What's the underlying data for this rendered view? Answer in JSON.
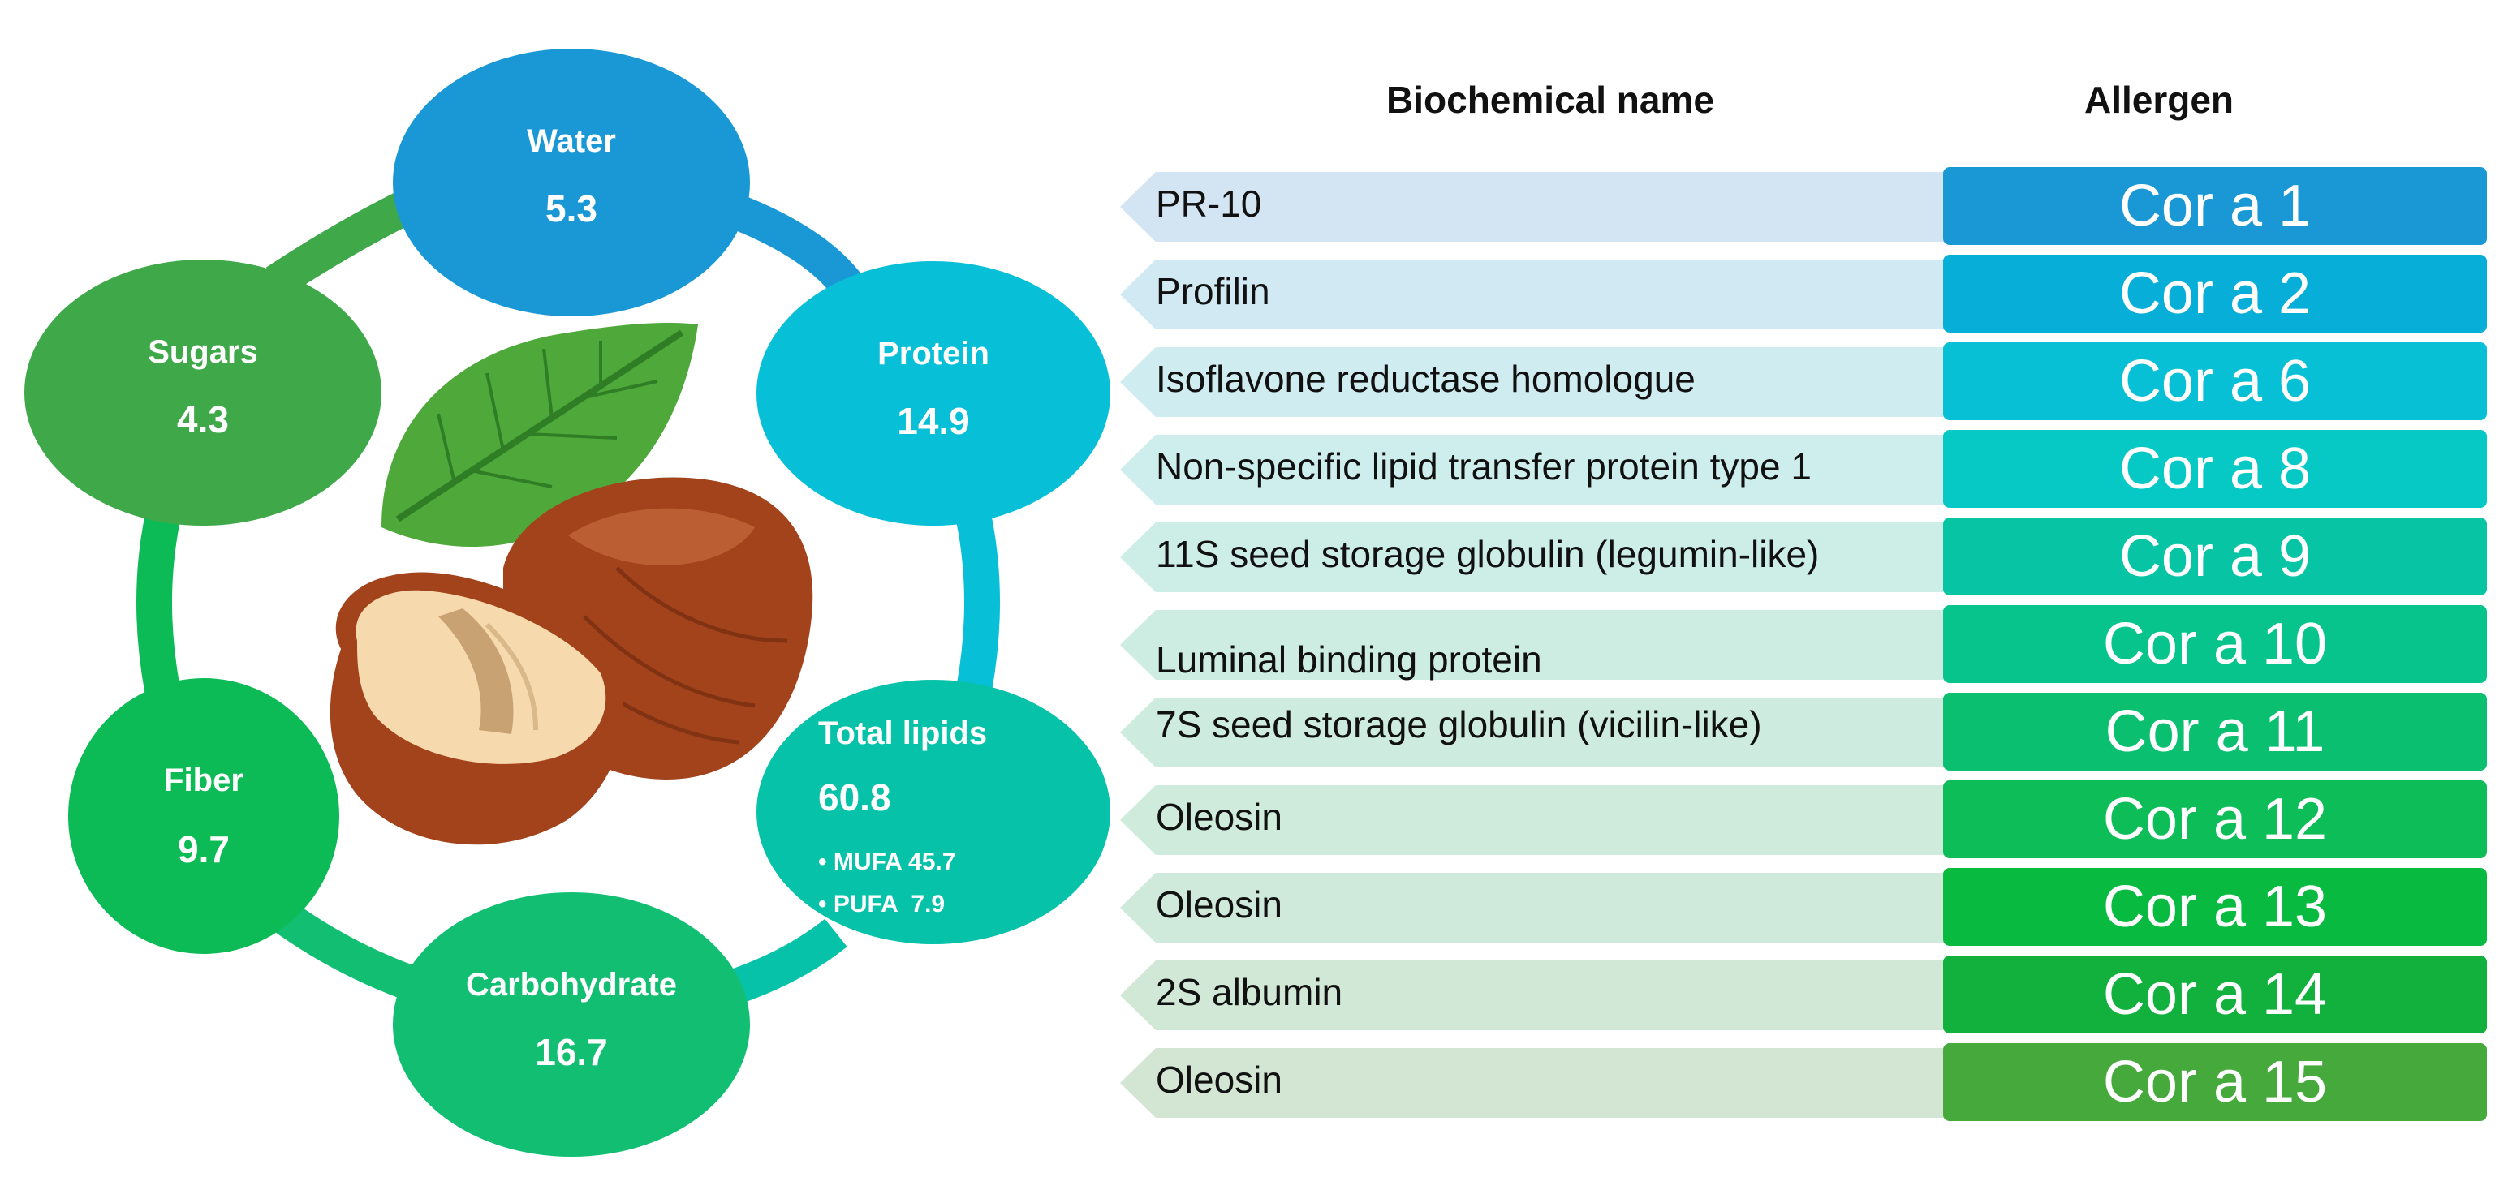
{
  "nutrients": {
    "water": {
      "label": "Water",
      "value": "5.3",
      "color": "#1a98d6"
    },
    "protein": {
      "label": "Protein",
      "value": "14.9",
      "color": "#07bfd6"
    },
    "lipids": {
      "label": "Total lipids",
      "value": "60.8",
      "color": "#06c2a8",
      "sub": [
        "• MUFA 45.7",
        "• PUFA  7.9"
      ]
    },
    "carbohydrate": {
      "label": "Carbohydrate",
      "value": "16.7",
      "color": "#12bf72"
    },
    "fiber": {
      "label": "Fiber",
      "value": "9.7",
      "color": "#0cbb55"
    },
    "sugars": {
      "label": "Sugars",
      "value": "4.3",
      "color": "#3fa94a"
    }
  },
  "ring_icon": "hazelnut-illustration",
  "table": {
    "header_biochem": "Biochemical name",
    "header_allergen": "Allergen",
    "rows": [
      {
        "biochem": "PR-10",
        "allergen": "Cor a 1",
        "color": "#1a98d6",
        "band": "#d3e4f2"
      },
      {
        "biochem": "Profilin",
        "allergen": "Cor a 2",
        "color": "#07aed8",
        "band": "#d0e9f2"
      },
      {
        "biochem": "Isoflavone reductase homologue",
        "allergen": "Cor a 6",
        "color": "#07c0d6",
        "band": "#cfecf1"
      },
      {
        "biochem": "Non-specific lipid transfer protein type 1",
        "allergen": "Cor a 8",
        "color": "#06c8c4",
        "band": "#ceeeed"
      },
      {
        "biochem": "11S seed storage globulin (legumin-like)",
        "allergen": "Cor a 9",
        "color": "#06c4a4",
        "band": "#cdede7"
      },
      {
        "biochem": "Luminal binding protein",
        "allergen": "Cor a 10",
        "color": "#06c48c",
        "band": "#cdede2"
      },
      {
        "biochem": "7S seed storage globulin (vicilin-like)",
        "allergen": "Cor a 11",
        "color": "#0ac070",
        "band": "#cdecdf"
      },
      {
        "biochem": "Oleosin",
        "allergen": "Cor a 12",
        "color": "#0dbd58",
        "band": "#cfebdb"
      },
      {
        "biochem": "Oleosin",
        "allergen": "Cor a 13",
        "color": "#08bb40",
        "band": "#cfeada"
      },
      {
        "biochem": "2S albumin",
        "allergen": "Cor a 14",
        "color": "#12b03c",
        "band": "#d1e8d6"
      },
      {
        "biochem": "Oleosin",
        "allergen": "Cor a 15",
        "color": "#45a93c",
        "band": "#d3e6d4"
      }
    ]
  }
}
